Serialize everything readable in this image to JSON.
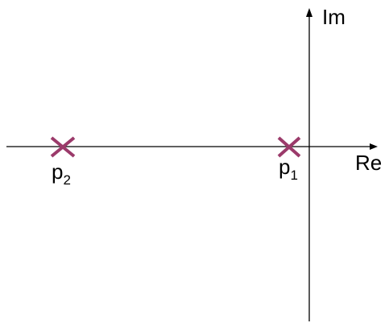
{
  "diagram": {
    "axes": {
      "real_label": "Re",
      "imag_label": "Im"
    },
    "pole_color": "#9b3a6a",
    "poles": [
      {
        "symbol": "p",
        "index": "1",
        "re": -0.25,
        "im": 0
      },
      {
        "symbol": "p",
        "index": "2",
        "re": -3.0,
        "im": 0
      }
    ]
  }
}
